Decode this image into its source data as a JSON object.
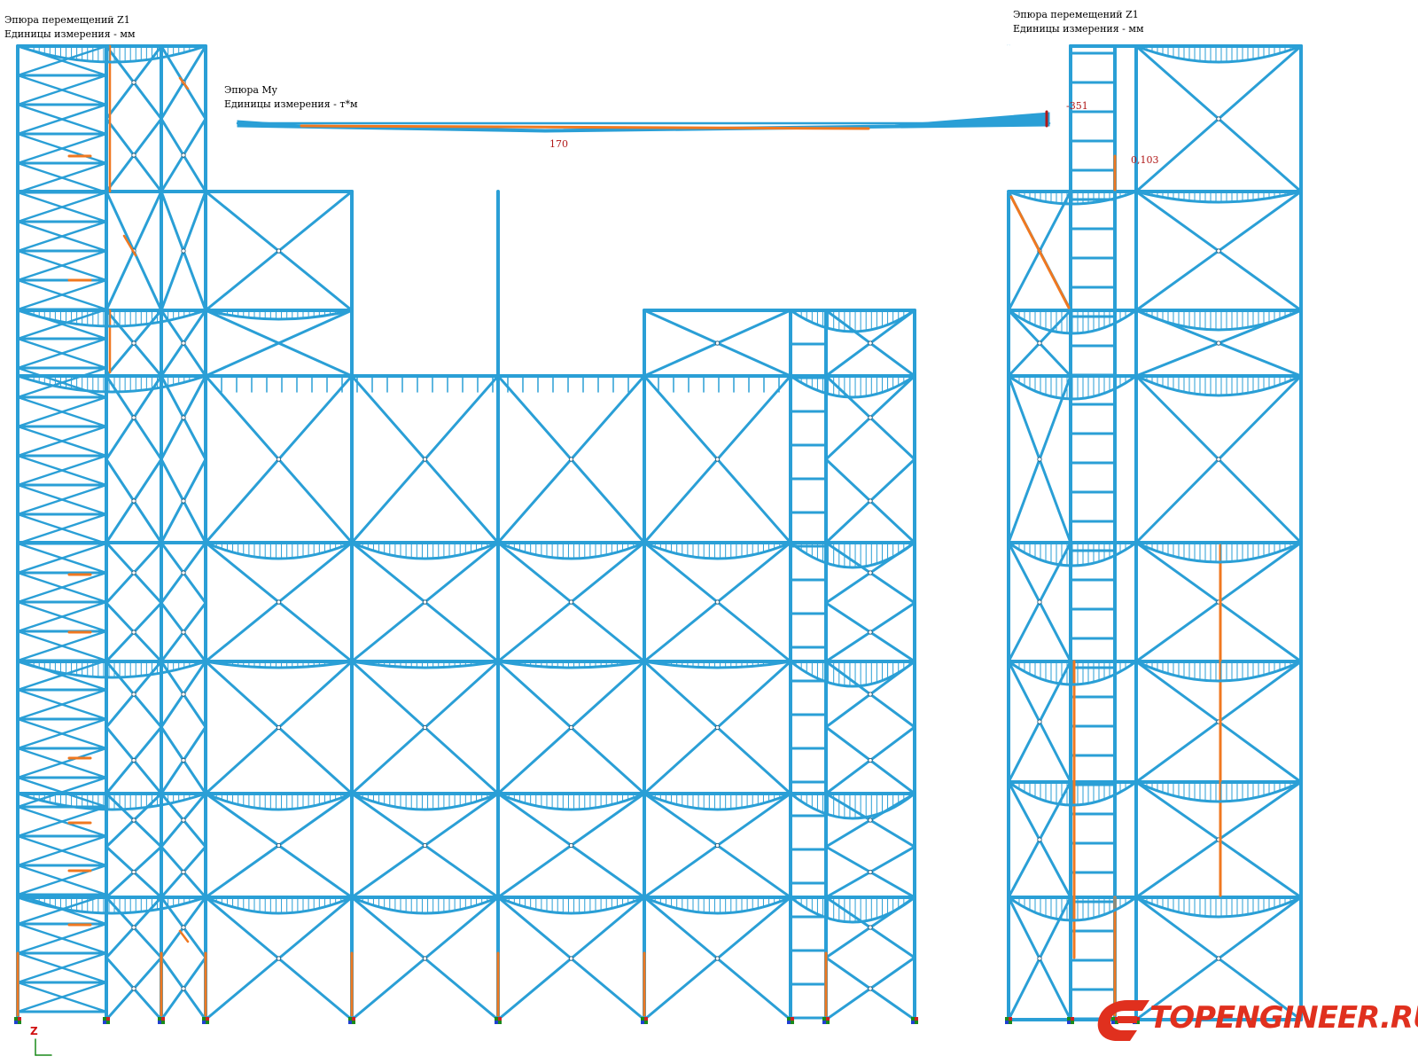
{
  "labels": {
    "left_title": "Эпюра перемещений Z1",
    "left_units": "Единицы измерения - мм",
    "right_title": "Эпюра перемещений Z1",
    "right_units": "Единицы измерения - мм",
    "moment_title": "Эпюра My",
    "moment_units": "Единицы измерения - т*м"
  },
  "values": {
    "moment_mid": "170",
    "moment_end": "-351",
    "disp_value": "0,103"
  },
  "axis": {
    "z_label": "Z"
  },
  "logo": {
    "text": "TOPENGINEER.RU"
  },
  "colors": {
    "member": "#2a9fd6",
    "highlight": "#f07820",
    "value_text": "#b01818",
    "support_green": "#1a8a1a",
    "support_red": "#d02020",
    "support_blue": "#2040d0"
  }
}
